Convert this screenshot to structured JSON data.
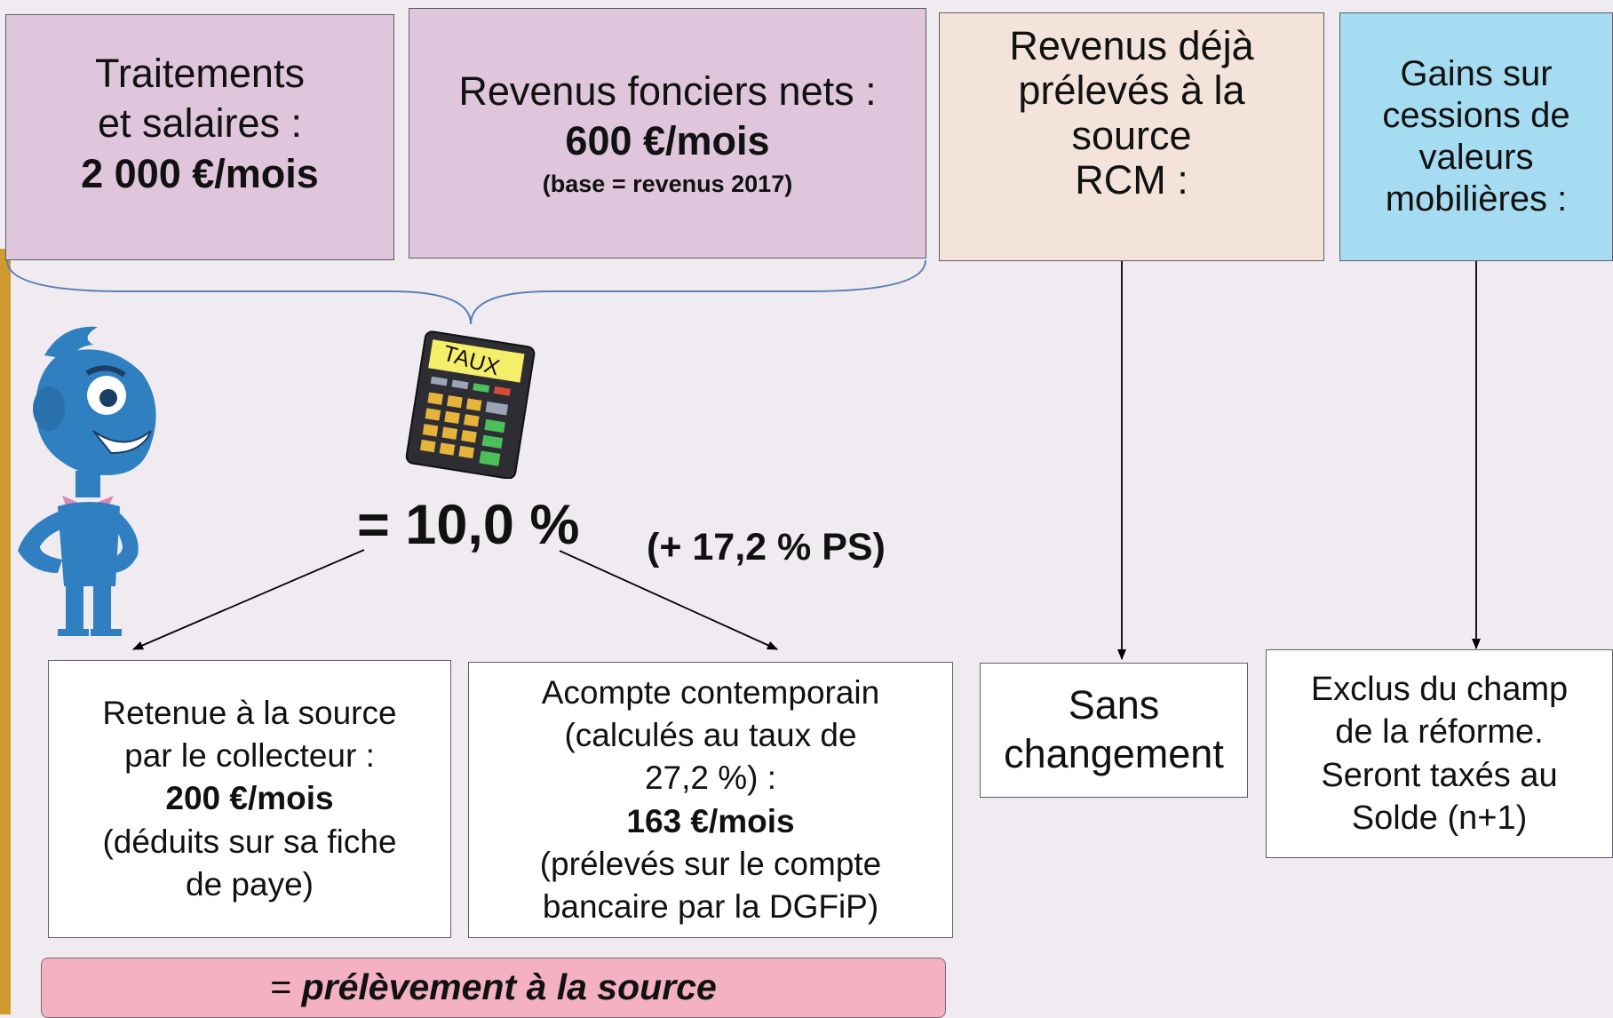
{
  "top": {
    "salaires": {
      "line1": "Traitements",
      "line2": "et salaires :",
      "amount": "2 000 €/mois"
    },
    "fonciers": {
      "line1": "Revenus fonciers nets :",
      "amount": "600 €/mois",
      "note": "(base = revenus 2017)"
    },
    "rcm": {
      "line1": "Revenus déjà",
      "line2": "prélevés à la",
      "line3": "source",
      "line4": "RCM :"
    },
    "gains": {
      "line1": "Gains sur",
      "line2": "cessions de",
      "line3": "valeurs",
      "line4": "mobilières :"
    }
  },
  "calculator": {
    "label": "TAUX"
  },
  "rate": {
    "value": "= 10,0 %",
    "ps": "(+ 17,2 % PS)"
  },
  "bottom": {
    "retenue": {
      "line1": "Retenue à la source",
      "line2": "par le collecteur :",
      "amount": "200 €/mois",
      "line3": "(déduits sur sa fiche",
      "line4": "de paye)"
    },
    "acompte": {
      "line1": "Acompte contemporain",
      "line2": "(calculés au taux de",
      "line3": "27,2 %) :",
      "amount": "163 €/mois",
      "line4": "(prélevés sur le compte",
      "line5": "bancaire par la DGFiP)"
    },
    "sans": {
      "line1": "Sans",
      "line2": "changement"
    },
    "exclus": {
      "line1": "Exclus du champ",
      "line2": "de la réforme.",
      "line3": "Seront taxés au",
      "line4": "Solde (n+1)"
    }
  },
  "footer": {
    "prefix": "= ",
    "text": "prélèvement à la source"
  },
  "colors": {
    "purple": "#dfc6dc",
    "peach": "#f4e3da",
    "cyan": "#a6dcf1",
    "pink": "#f3b1c3",
    "character": "#2f7fc1",
    "left_bar": "#cf9a2e"
  }
}
